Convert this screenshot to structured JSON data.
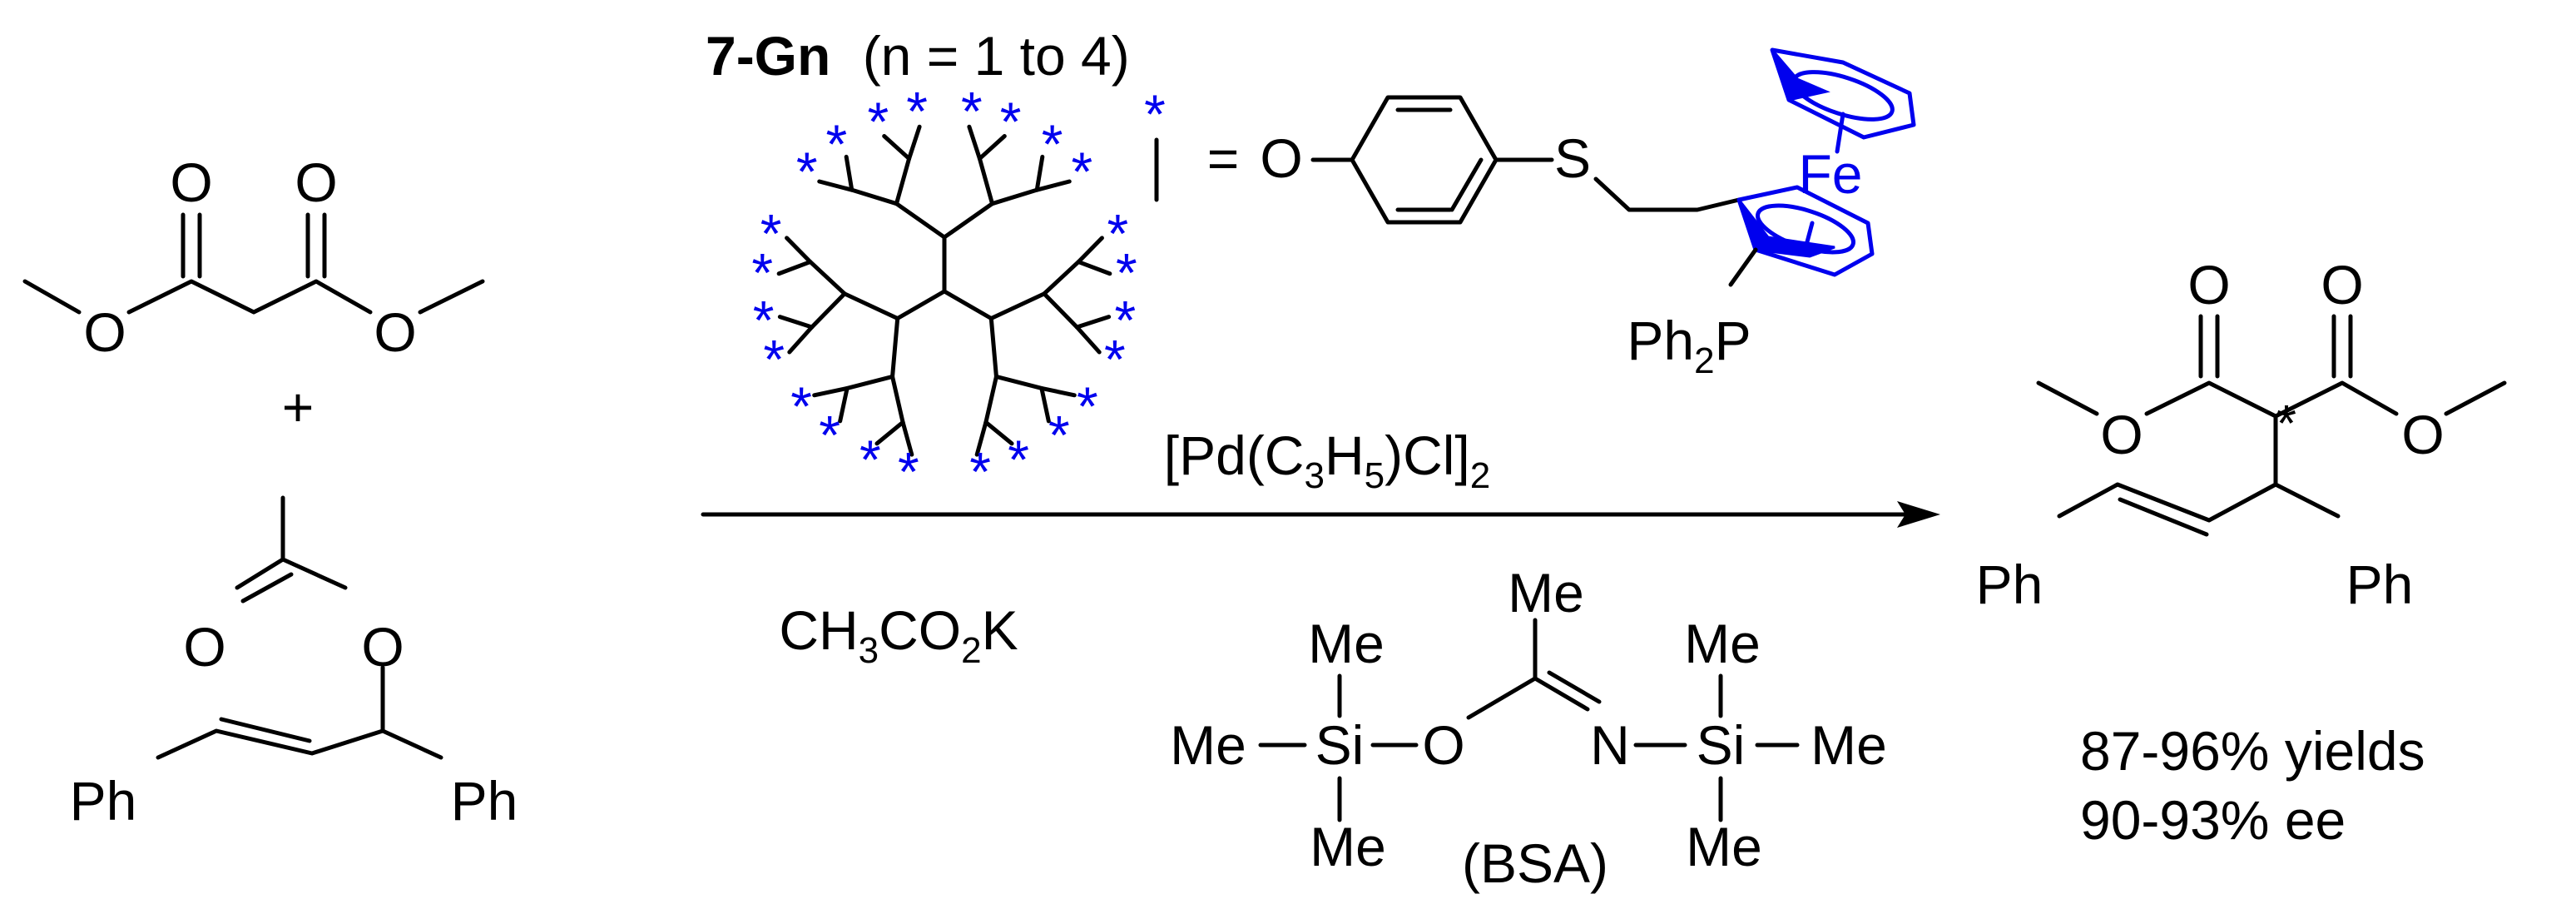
{
  "catalyst": {
    "name": "7-Gn",
    "range": "(n = 1 to 4)",
    "equals": "=",
    "star": "*"
  },
  "ligand": {
    "oxygen": "O",
    "sulfur": "S",
    "iron": "Fe",
    "phosphine": "Ph",
    "phosphine_sub": "2",
    "phosphorus": "P"
  },
  "reagents": {
    "pd_open": "[Pd(C",
    "pd_sub1": "3",
    "pd_mid": "H",
    "pd_sub2": "5",
    "pd_close": ")Cl]",
    "pd_sub3": "2",
    "base_a": "CH",
    "base_sub1": "3",
    "base_b": "CO",
    "base_sub2": "2",
    "base_c": "K",
    "bsa_label": "(BSA)"
  },
  "atoms": {
    "O": "O",
    "N": "N",
    "Si": "Si",
    "Me": "Me",
    "Ph": "Ph",
    "plus": "+",
    "stereo": "*"
  },
  "results": {
    "yield": "87-96% yields",
    "ee": "90-93% ee"
  },
  "colors": {
    "ink": "#000000",
    "dendrimer": "#0000ee"
  }
}
